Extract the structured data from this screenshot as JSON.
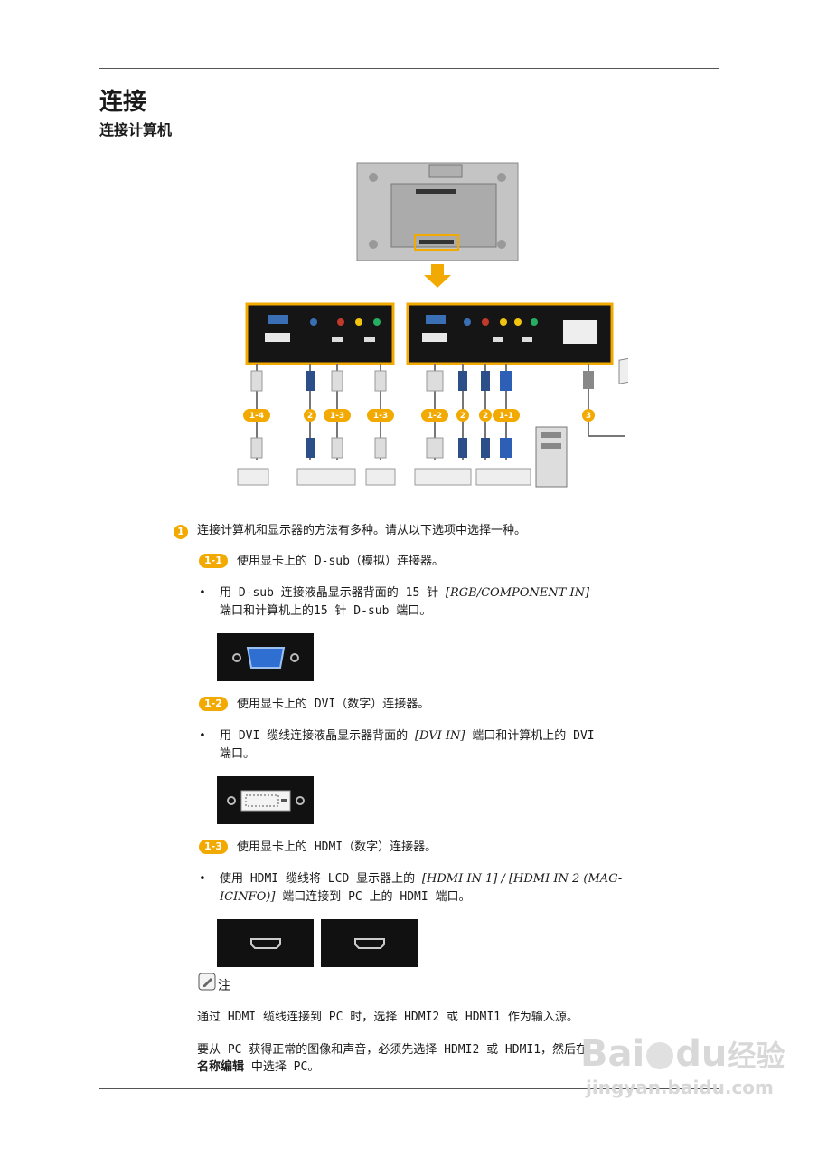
{
  "header": {
    "title": "连接",
    "subtitle": "连接计算机"
  },
  "diagram": {
    "callouts": [
      "1-4",
      "2",
      "1-3",
      "1-3",
      "1-2",
      "2",
      "2",
      "1-1",
      "3"
    ]
  },
  "step1": {
    "number": "1",
    "text": "连接计算机和显示器的方法有多种。请从以下选项中选择一种。"
  },
  "option_dsub": {
    "badge": "1-1",
    "heading": "使用显卡上的 D-sub（模拟）连接器。",
    "bullet_pre": "用 D-sub 连接液晶显示器背面的 15 针 ",
    "bullet_port": "[RGB/COMPONENT IN]",
    "bullet_line2": "端口和计算机上的15 针 D-sub 端口。"
  },
  "option_dvi": {
    "badge": "1-2",
    "heading": "使用显卡上的 DVI（数字）连接器。",
    "bullet_pre": "用 DVI 缆线连接液晶显示器背面的 ",
    "bullet_port": "[DVI IN]",
    "bullet_post": " 端口和计算机上的 DVI",
    "bullet_line2": "端口。"
  },
  "option_hdmi": {
    "badge": "1-3",
    "heading": "使用显卡上的 HDMI（数字）连接器。",
    "bullet_pre": "使用 HDMI 缆线将 LCD 显示器上的 ",
    "bullet_port": "[HDMI IN 1] / [HDMI IN 2 (MAG-",
    "bullet_line2_port": "ICINFO)]",
    "bullet_line2_post": " 端口连接到 PC 上的 HDMI 端口。"
  },
  "note": {
    "label": "注",
    "line1": "通过 HDMI 缆线连接到 PC 时，选择 HDMI2 或 HDMI1 作为输入源。",
    "line2": "要从 PC 获得正常的图像和声音，必须先选择 HDMI2 或 HDMI1，然后在",
    "line3_bold": "名称编辑",
    "line3_post": " 中选择 PC。"
  },
  "watermark": {
    "brand": "Bai",
    "brand2": "du",
    "brand_cn": "经验",
    "url": "jingyan.baidu.com"
  },
  "colors": {
    "accent": "#f2a900",
    "panel": "#111111",
    "rule": "#555555"
  }
}
